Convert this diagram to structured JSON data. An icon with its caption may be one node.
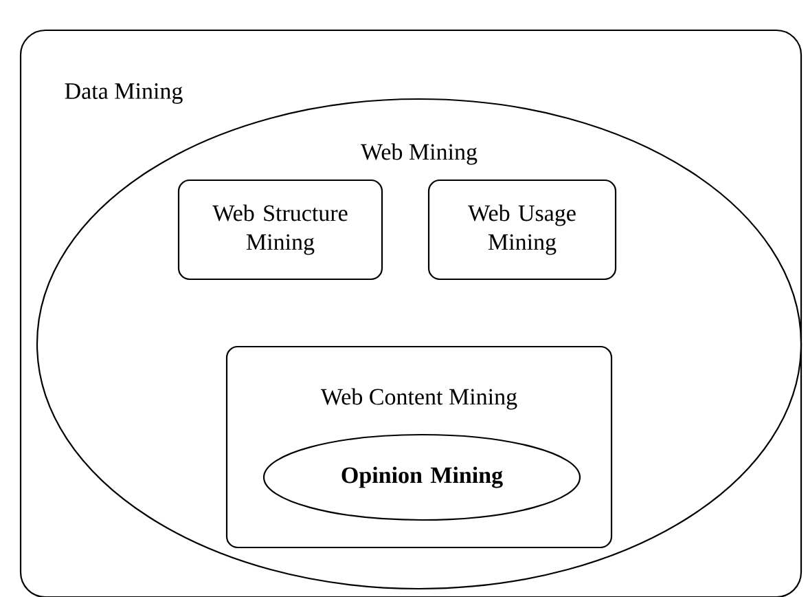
{
  "diagram": {
    "nodes": [
      {
        "text": [
          "Data Mining"
        ]
      },
      {
        "text": [
          "Web Mining"
        ],
        "in": 0
      },
      {
        "text": [
          "Web Structure Mining"
        ],
        "in": 1
      },
      {
        "text": [
          "Web Usage Mining"
        ],
        "in": 1
      },
      {
        "text": [
          "Web Content Mining"
        ],
        "in": 1
      },
      {
        "text": [
          "Opinion Mining"
        ],
        "in": 4
      }
    ]
  }
}
